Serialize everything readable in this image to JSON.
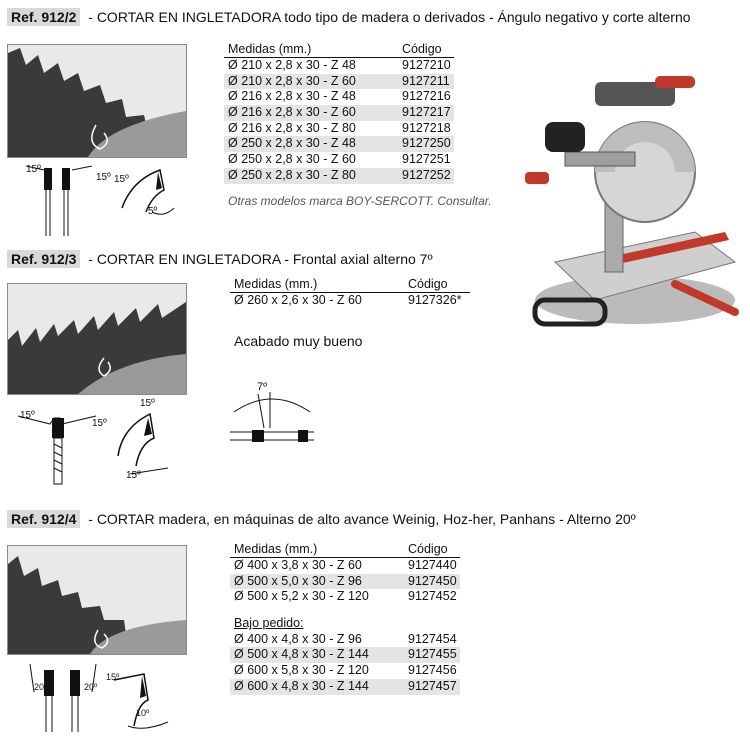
{
  "sections": [
    {
      "ref": "Ref. 912/2",
      "title": " - CORTAR EN INGLETADORA todo tipo de madera o derivados - Ángulo negativo y corte alterno",
      "table": {
        "headers": [
          "Medidas (mm.)",
          "Código"
        ],
        "rows": [
          [
            "Ø 210 x 2,8 x 30 - Z 48",
            "9127210"
          ],
          [
            "Ø 210 x 2,8 x 30 - Z 60",
            "9127211"
          ],
          [
            "Ø 216 x 2,8 x 30 - Z 48",
            "9127216"
          ],
          [
            "Ø 216 x 2,8 x 30 - Z 60",
            "9127217"
          ],
          [
            "Ø 216 x 2,8 x 30 - Z 80",
            "9127218"
          ],
          [
            "Ø 250 x 2,8 x 30 - Z 48",
            "9127250"
          ],
          [
            "Ø 250 x 2,8 x 30 - Z 60",
            "9127251"
          ],
          [
            "Ø 250 x 2,8 x 30 - Z 80",
            "9127252"
          ]
        ]
      },
      "note": "Otras modelos marca BOY-SERCOTT. Consultar.",
      "angles": [
        "15º",
        "15º",
        "15º",
        "5º"
      ]
    },
    {
      "ref": "Ref. 912/3",
      "title": " - CORTAR EN INGLETADORA - Frontal axial alterno 7º",
      "table": {
        "headers": [
          "Medidas (mm.)",
          "Código"
        ],
        "rows": [
          [
            "Ø 260 x 2,6 x 30 - Z 60",
            "9127326*"
          ]
        ]
      },
      "finish": "Acabado muy bueno",
      "angles": [
        "15º",
        "15º",
        "15º",
        "15º",
        "7º"
      ]
    },
    {
      "ref": "Ref. 912/4",
      "title": " - CORTAR madera, en máquinas de alto avance Weinig, Hoz-her, Panhans - Alterno 20º",
      "table": {
        "headers": [
          "Medidas (mm.)",
          "Código"
        ],
        "rows": [
          [
            "Ø 400 x 3,8 x 30 - Z 60",
            "9127440"
          ],
          [
            "Ø 500 x 5,0 x 30 - Z 96",
            "9127450"
          ],
          [
            "Ø 500 x 5,2 x 30 - Z 120",
            "9127452"
          ]
        ]
      },
      "on_demand_label": "Bajo pedido:",
      "on_demand_rows": [
        [
          "Ø 400 x 4,8 x 30 - Z 96",
          "9127454"
        ],
        [
          "Ø 500 x 4,8 x 30 - Z 144",
          "9127455"
        ],
        [
          "Ø 600 x 5,8 x 30 - Z 120",
          "9127456"
        ],
        [
          "Ø 600 x 4,8 x 30 - Z 144",
          "9127457"
        ]
      ],
      "angles": [
        "20º",
        "20º",
        "15º",
        "10º"
      ]
    }
  ],
  "colors": {
    "ref_bg": "#d9d9d9",
    "row_alt": "#e4e4e4",
    "saw_red": "#c0392b",
    "blade": "#3a3a3a"
  },
  "icons": [
    "saw-blade-illustration",
    "tooth-angle-diagram",
    "miter-saw-machine"
  ]
}
